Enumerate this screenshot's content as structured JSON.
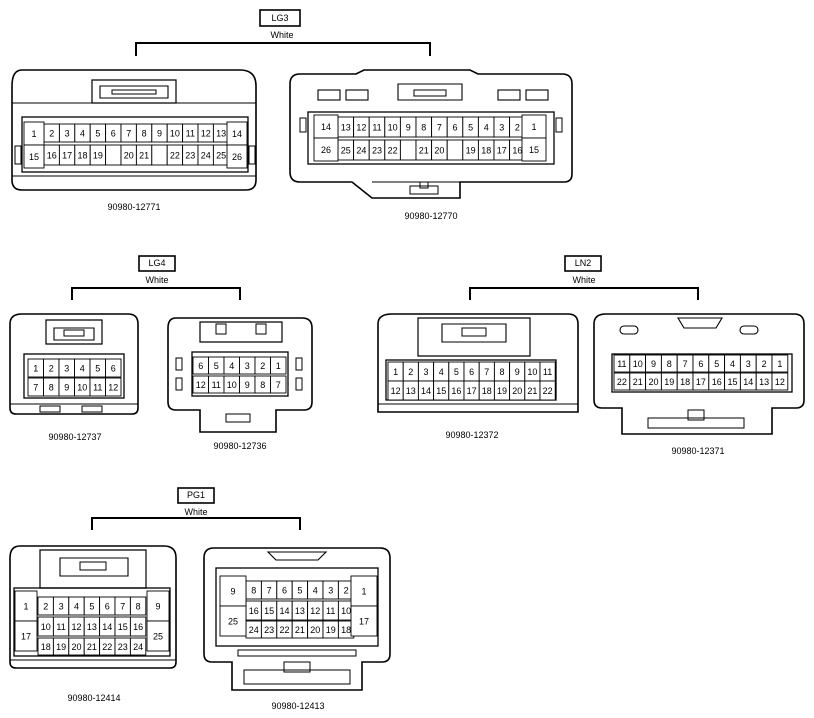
{
  "groups": [
    {
      "id": "lg3",
      "name": "LG3",
      "color": "White"
    },
    {
      "id": "lg4",
      "name": "LG4",
      "color": "White"
    },
    {
      "id": "ln2",
      "name": "LN2",
      "color": "White"
    },
    {
      "id": "pg1",
      "name": "PG1",
      "color": "White"
    }
  ],
  "connectors": [
    {
      "id": "c1",
      "part": "90980-12771",
      "top": [
        "2",
        "3",
        "4",
        "5",
        "6",
        "7",
        "8",
        "9",
        "10",
        "11",
        "12",
        "13"
      ],
      "bottom": [
        "16",
        "17",
        "18",
        "19",
        "",
        "20",
        "21",
        "",
        "22",
        "23",
        "24",
        "25"
      ],
      "left": [
        "1",
        "15"
      ],
      "right": [
        "14",
        "26"
      ]
    },
    {
      "id": "c2",
      "part": "90980-12770",
      "top": [
        "13",
        "12",
        "11",
        "10",
        "9",
        "8",
        "7",
        "6",
        "5",
        "4",
        "3",
        "2"
      ],
      "bottom": [
        "25",
        "24",
        "23",
        "22",
        "",
        "21",
        "20",
        "",
        "19",
        "18",
        "17",
        "16"
      ],
      "left": [
        "14",
        "26"
      ],
      "right": [
        "1",
        "15"
      ]
    },
    {
      "id": "c3",
      "part": "90980-12737",
      "top": [
        "1",
        "2",
        "3",
        "4",
        "5",
        "6"
      ],
      "bottom": [
        "7",
        "8",
        "9",
        "10",
        "11",
        "12"
      ]
    },
    {
      "id": "c4",
      "part": "90980-12736",
      "top": [
        "6",
        "5",
        "4",
        "3",
        "2",
        "1"
      ],
      "bottom": [
        "12",
        "11",
        "10",
        "9",
        "8",
        "7"
      ]
    },
    {
      "id": "c5",
      "part": "90980-12372",
      "top": [
        "1",
        "2",
        "3",
        "4",
        "5",
        "6",
        "7",
        "8",
        "9",
        "10",
        "11"
      ],
      "bottom": [
        "12",
        "13",
        "14",
        "15",
        "16",
        "17",
        "18",
        "19",
        "20",
        "21",
        "22"
      ]
    },
    {
      "id": "c6",
      "part": "90980-12371",
      "top": [
        "11",
        "10",
        "9",
        "8",
        "7",
        "6",
        "5",
        "4",
        "3",
        "2",
        "1"
      ],
      "bottom": [
        "22",
        "21",
        "20",
        "19",
        "18",
        "17",
        "16",
        "15",
        "14",
        "13",
        "12"
      ]
    },
    {
      "id": "c7",
      "part": "90980-12414",
      "top": [
        "2",
        "3",
        "4",
        "5",
        "6",
        "7",
        "8"
      ],
      "mid": [
        "10",
        "11",
        "12",
        "13",
        "14",
        "15",
        "16"
      ],
      "bottom": [
        "18",
        "19",
        "20",
        "21",
        "22",
        "23",
        "24"
      ],
      "left": [
        "1",
        "17"
      ],
      "right": [
        "9",
        "25"
      ]
    },
    {
      "id": "c8",
      "part": "90980-12413",
      "top": [
        "8",
        "7",
        "6",
        "5",
        "4",
        "3",
        "2"
      ],
      "mid": [
        "16",
        "15",
        "14",
        "13",
        "12",
        "11",
        "10"
      ],
      "bottom": [
        "24",
        "23",
        "22",
        "21",
        "20",
        "19",
        "18"
      ],
      "left": [
        "9",
        "25"
      ],
      "right": [
        "1",
        "17"
      ]
    }
  ]
}
